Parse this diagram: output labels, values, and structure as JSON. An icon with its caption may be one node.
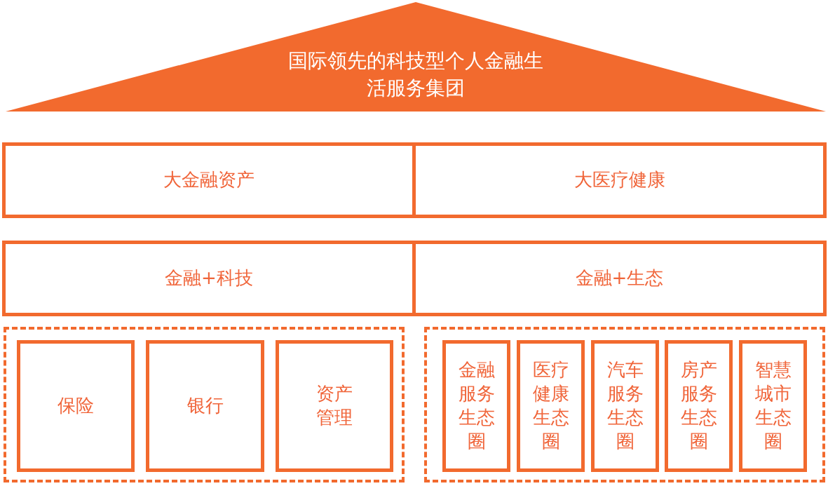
{
  "diagram": {
    "nodes": [
      {
        "text": [
          "国际领先的科技型个人金融生活服务集团"
        ]
      },
      {
        "text": [
          "大金融资产"
        ]
      },
      {
        "text": [
          "大医疗健康"
        ]
      },
      {
        "text": [
          "金融+科技"
        ]
      },
      {
        "text": [
          "金融+生态"
        ]
      },
      {
        "text": [],
        "shape": "box"
      },
      {
        "text": [
          "保险"
        ],
        "in": 5
      },
      {
        "text": [
          "银行"
        ],
        "in": 5
      },
      {
        "text": [
          "资产管理"
        ],
        "in": 5
      },
      {
        "text": [],
        "shape": "box"
      },
      {
        "text": [
          "金融服务生态圈"
        ],
        "in": 9
      },
      {
        "text": [
          "医疗健康生态圈"
        ],
        "in": 9
      },
      {
        "text": [
          "汽车服务生态圈"
        ],
        "in": 9
      },
      {
        "text": [
          "房产服务生态圈"
        ],
        "in": 9
      },
      {
        "text": [
          "智慧城市生态圈"
        ],
        "in": 9
      }
    ]
  }
}
